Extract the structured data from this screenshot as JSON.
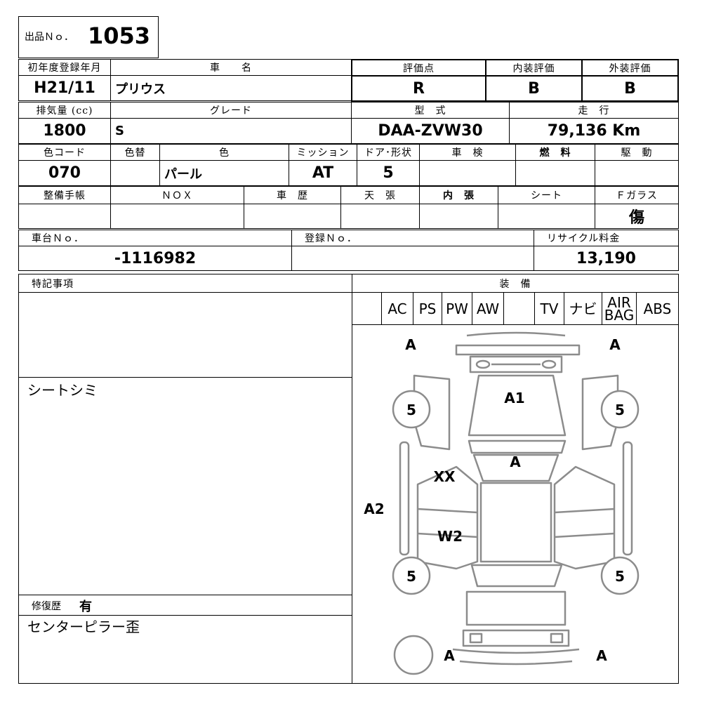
{
  "lot": {
    "label": "出品Ｎｏ．",
    "number": "1053"
  },
  "row1": {
    "year_label": "初年度登録年月",
    "year_value": "H21/11",
    "name_label": "車　　名",
    "name_value": "プリウス",
    "score_label": "評価点",
    "score_value": "R",
    "interior_label": "内装評価",
    "interior_value": "B",
    "exterior_label": "外装評価",
    "exterior_value": "B"
  },
  "row2": {
    "displacement_label": "排気量 (cc)",
    "displacement_value": "1800",
    "grade_label": "グレード",
    "grade_value": "S",
    "model_label": "型　式",
    "model_value": "DAA-ZVW30",
    "mileage_label": "走　行",
    "mileage_value": "79,136 Km"
  },
  "row3": {
    "color_code_label": "色コード",
    "color_code_value": "070",
    "color_change_label": "色替",
    "color_change_value": "",
    "color_label": "色",
    "color_value": "パール",
    "mission_label": "ミッション",
    "mission_value": "AT",
    "door_label": "ドア･形状",
    "door_value": "5",
    "inspection_label": "車　検",
    "inspection_value": "",
    "fuel_label": "燃　料",
    "fuel_value": "",
    "drive_label": "駆　動",
    "drive_value": ""
  },
  "row4": {
    "maintenance_label": "整備手帳",
    "nox_label": "ＮＯＸ",
    "history_label": "車　歴",
    "ceiling_label": "天　張",
    "interior_trim_label": "内　張",
    "seat_label": "シート",
    "glass_label": "Ｆガラス",
    "glass_value": "傷"
  },
  "row5": {
    "chassis_label": "車台Ｎｏ．",
    "chassis_value": "-1116982",
    "registration_label": "登録Ｎｏ．",
    "registration_value": "",
    "recycle_label": "リサイクル料金",
    "recycle_value": "13,190"
  },
  "notes": {
    "label": "特記事項",
    "text": "シートシミ"
  },
  "repair": {
    "label": "修復歴",
    "value": "有",
    "text": "センターピラー歪"
  },
  "equipment": {
    "label": "装　備",
    "items": [
      "AC",
      "PS",
      "PW",
      "AW",
      "",
      "TV",
      "ナビ",
      "AIR BAG",
      "ABS"
    ]
  },
  "diagram": {
    "marks": {
      "front_left_corner": "A",
      "front_right_corner": "A",
      "windshield": "A1",
      "roof": "A",
      "left_front_door": "XX",
      "left_side": "A2",
      "left_rear_door": "W2",
      "rear_left_corner": "A",
      "rear_right_corner": "A"
    },
    "tires": {
      "front_left": "5",
      "front_right": "5",
      "rear_left": "5",
      "rear_right": "5"
    }
  }
}
